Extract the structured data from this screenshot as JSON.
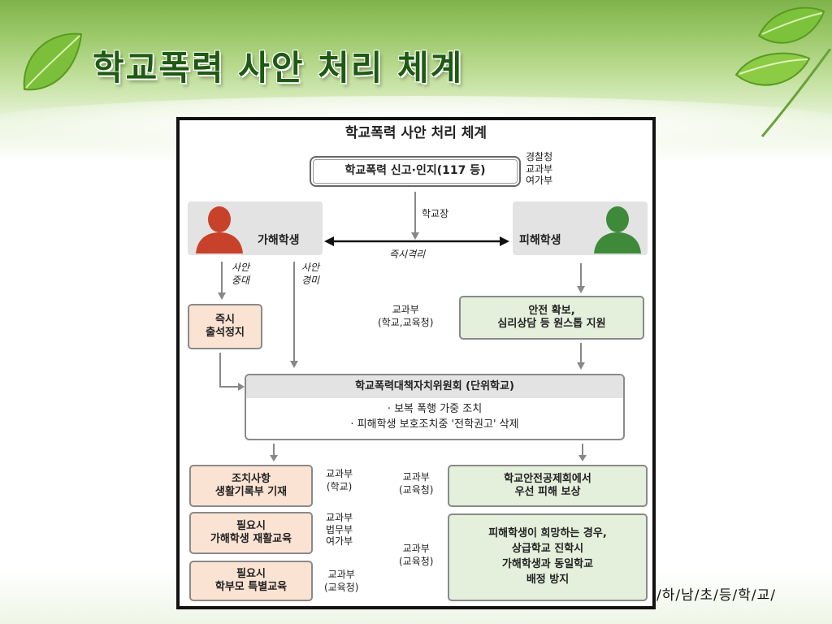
{
  "slide": {
    "title": "학교폭력 사안 처리 체계",
    "footer": "/하/남/초/등/학/교/"
  },
  "colors": {
    "offender_red": "#c8412a",
    "victim_green": "#3f8a3a",
    "peach_box": "#fbe3d3",
    "mint_box": "#e4efdc",
    "title_green": "#1e5a12"
  },
  "diagram": {
    "title": "학교폭력 사안 처리 체계",
    "report": {
      "label": "학교폭력 신고·인지(117 등)",
      "agencies": [
        "경찰청",
        "교과부",
        "여가부"
      ]
    },
    "principal_label": "학교장",
    "separation_label": "즉시격리",
    "offender": {
      "label": "가해학생",
      "icon": "person-icon"
    },
    "victim": {
      "label": "피해학생",
      "icon": "person-icon"
    },
    "serious_case": [
      "사안",
      "중대"
    ],
    "minor_case": [
      "사안",
      "경미"
    ],
    "suspension": [
      "즉시",
      "출석정지"
    ],
    "safety_support": {
      "lines": [
        "안전 확보,",
        "심리상담 등 원스톱 지원"
      ],
      "agency": [
        "교과부",
        "(학교,교육청)"
      ]
    },
    "committee": {
      "title": "학교폭력대책자치위원회 (단위학교)",
      "items": [
        "· 보복 폭행 가중 조치",
        "· 피해학생 보호조치중 '전학권고' 삭제"
      ]
    },
    "left_measures": [
      {
        "lines": [
          "조치사항",
          "생활기록부 기재"
        ],
        "agency": [
          "교과부",
          "(학교)"
        ]
      },
      {
        "lines": [
          "필요시",
          "가해학생 재활교육"
        ],
        "agency": [
          "교과부",
          "법무부",
          "여가부"
        ]
      },
      {
        "lines": [
          "필요시",
          "학부모 특별교육"
        ],
        "agency": [
          "교과부",
          "(교육청)"
        ]
      }
    ],
    "right_measures": [
      {
        "lines": [
          "학교안전공제회에서",
          "우선 피해 보상"
        ],
        "agency": [
          "교과부",
          "(교육청)"
        ]
      },
      {
        "lines": [
          "피해학생이 희망하는 경우,",
          "상급학교 진학시",
          "가해학생과 동일학교",
          "배정 방지"
        ],
        "agency": [
          "교과부",
          "(교육청)"
        ]
      }
    ]
  }
}
